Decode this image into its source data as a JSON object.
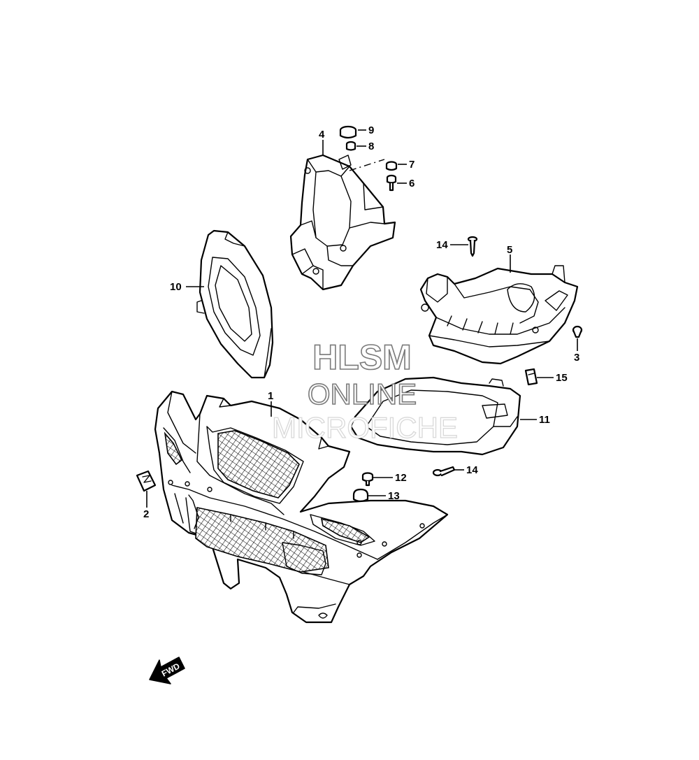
{
  "callouts": {
    "c1": "1",
    "c2": "2",
    "c3": "3",
    "c4": "4",
    "c5": "5",
    "c6": "6",
    "c7": "7",
    "c8": "8",
    "c9": "9",
    "c10": "10",
    "c11": "11",
    "c12": "12",
    "c13": "13",
    "c14a": "14",
    "c14b": "14",
    "c15": "15"
  },
  "watermark": {
    "line1": "HLSM",
    "line2": "ONLINE",
    "line3": "MICROFICHE"
  },
  "direction_arrow": {
    "label": "FWD",
    "icon": "fwd-arrow-icon"
  },
  "colors": {
    "line": "#000000",
    "background": "#ffffff",
    "watermark_outline": "#7a7a7a"
  }
}
